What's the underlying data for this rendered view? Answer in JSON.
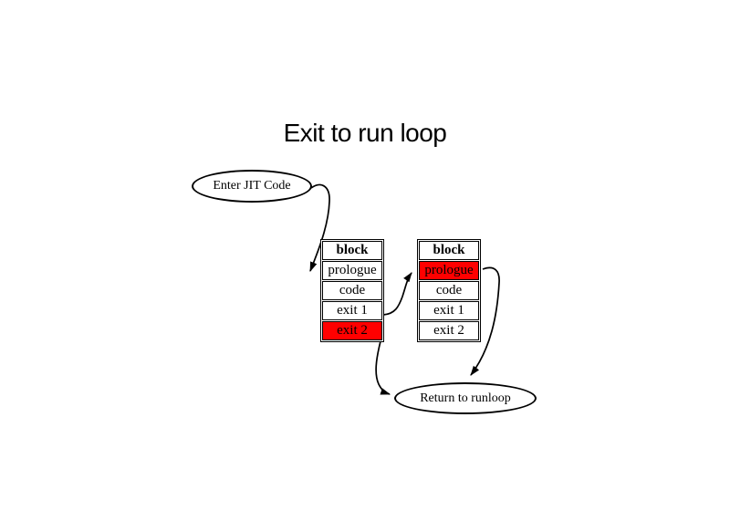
{
  "title": "Exit to run loop",
  "colors": {
    "highlight": "#ff0000",
    "line": "#000000",
    "background": "#ffffff"
  },
  "nodes": {
    "enter": {
      "label": "Enter JIT Code",
      "shape": "ellipse"
    },
    "return": {
      "label": "Return to runloop",
      "shape": "ellipse"
    }
  },
  "tables": [
    {
      "name": "block-1",
      "rows": [
        {
          "label": "block",
          "header": true,
          "highlight": false
        },
        {
          "label": "prologue",
          "header": false,
          "highlight": false
        },
        {
          "label": "code",
          "header": false,
          "highlight": false
        },
        {
          "label": "exit 1",
          "header": false,
          "highlight": false
        },
        {
          "label": "exit 2",
          "header": false,
          "highlight": true
        }
      ]
    },
    {
      "name": "block-2",
      "rows": [
        {
          "label": "block",
          "header": true,
          "highlight": false
        },
        {
          "label": "prologue",
          "header": false,
          "highlight": true
        },
        {
          "label": "code",
          "header": false,
          "highlight": false
        },
        {
          "label": "exit 1",
          "header": false,
          "highlight": false
        },
        {
          "label": "exit 2",
          "header": false,
          "highlight": false
        }
      ]
    }
  ],
  "edges": [
    {
      "name": "enter-to-block1-prologue"
    },
    {
      "name": "block1-exit1-to-block2-prologue"
    },
    {
      "name": "block1-exit2-to-return"
    },
    {
      "name": "block2-prologue-to-return"
    }
  ]
}
